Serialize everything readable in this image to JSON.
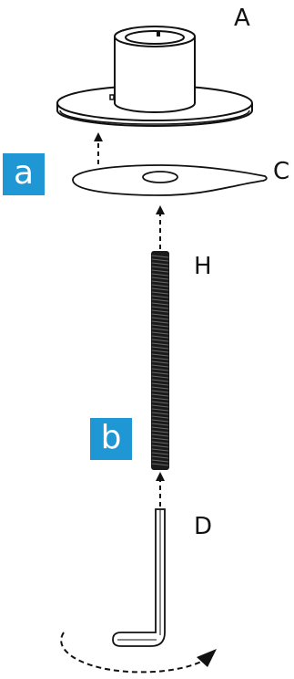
{
  "labels": {
    "part_a": "A",
    "part_c": "C",
    "part_h": "H",
    "part_d": "D"
  },
  "steps": {
    "step_a": "a",
    "step_b": "b"
  },
  "colors": {
    "step_badge": "#1f97d4",
    "line": "#111111",
    "rod": "#1a1a1a"
  }
}
